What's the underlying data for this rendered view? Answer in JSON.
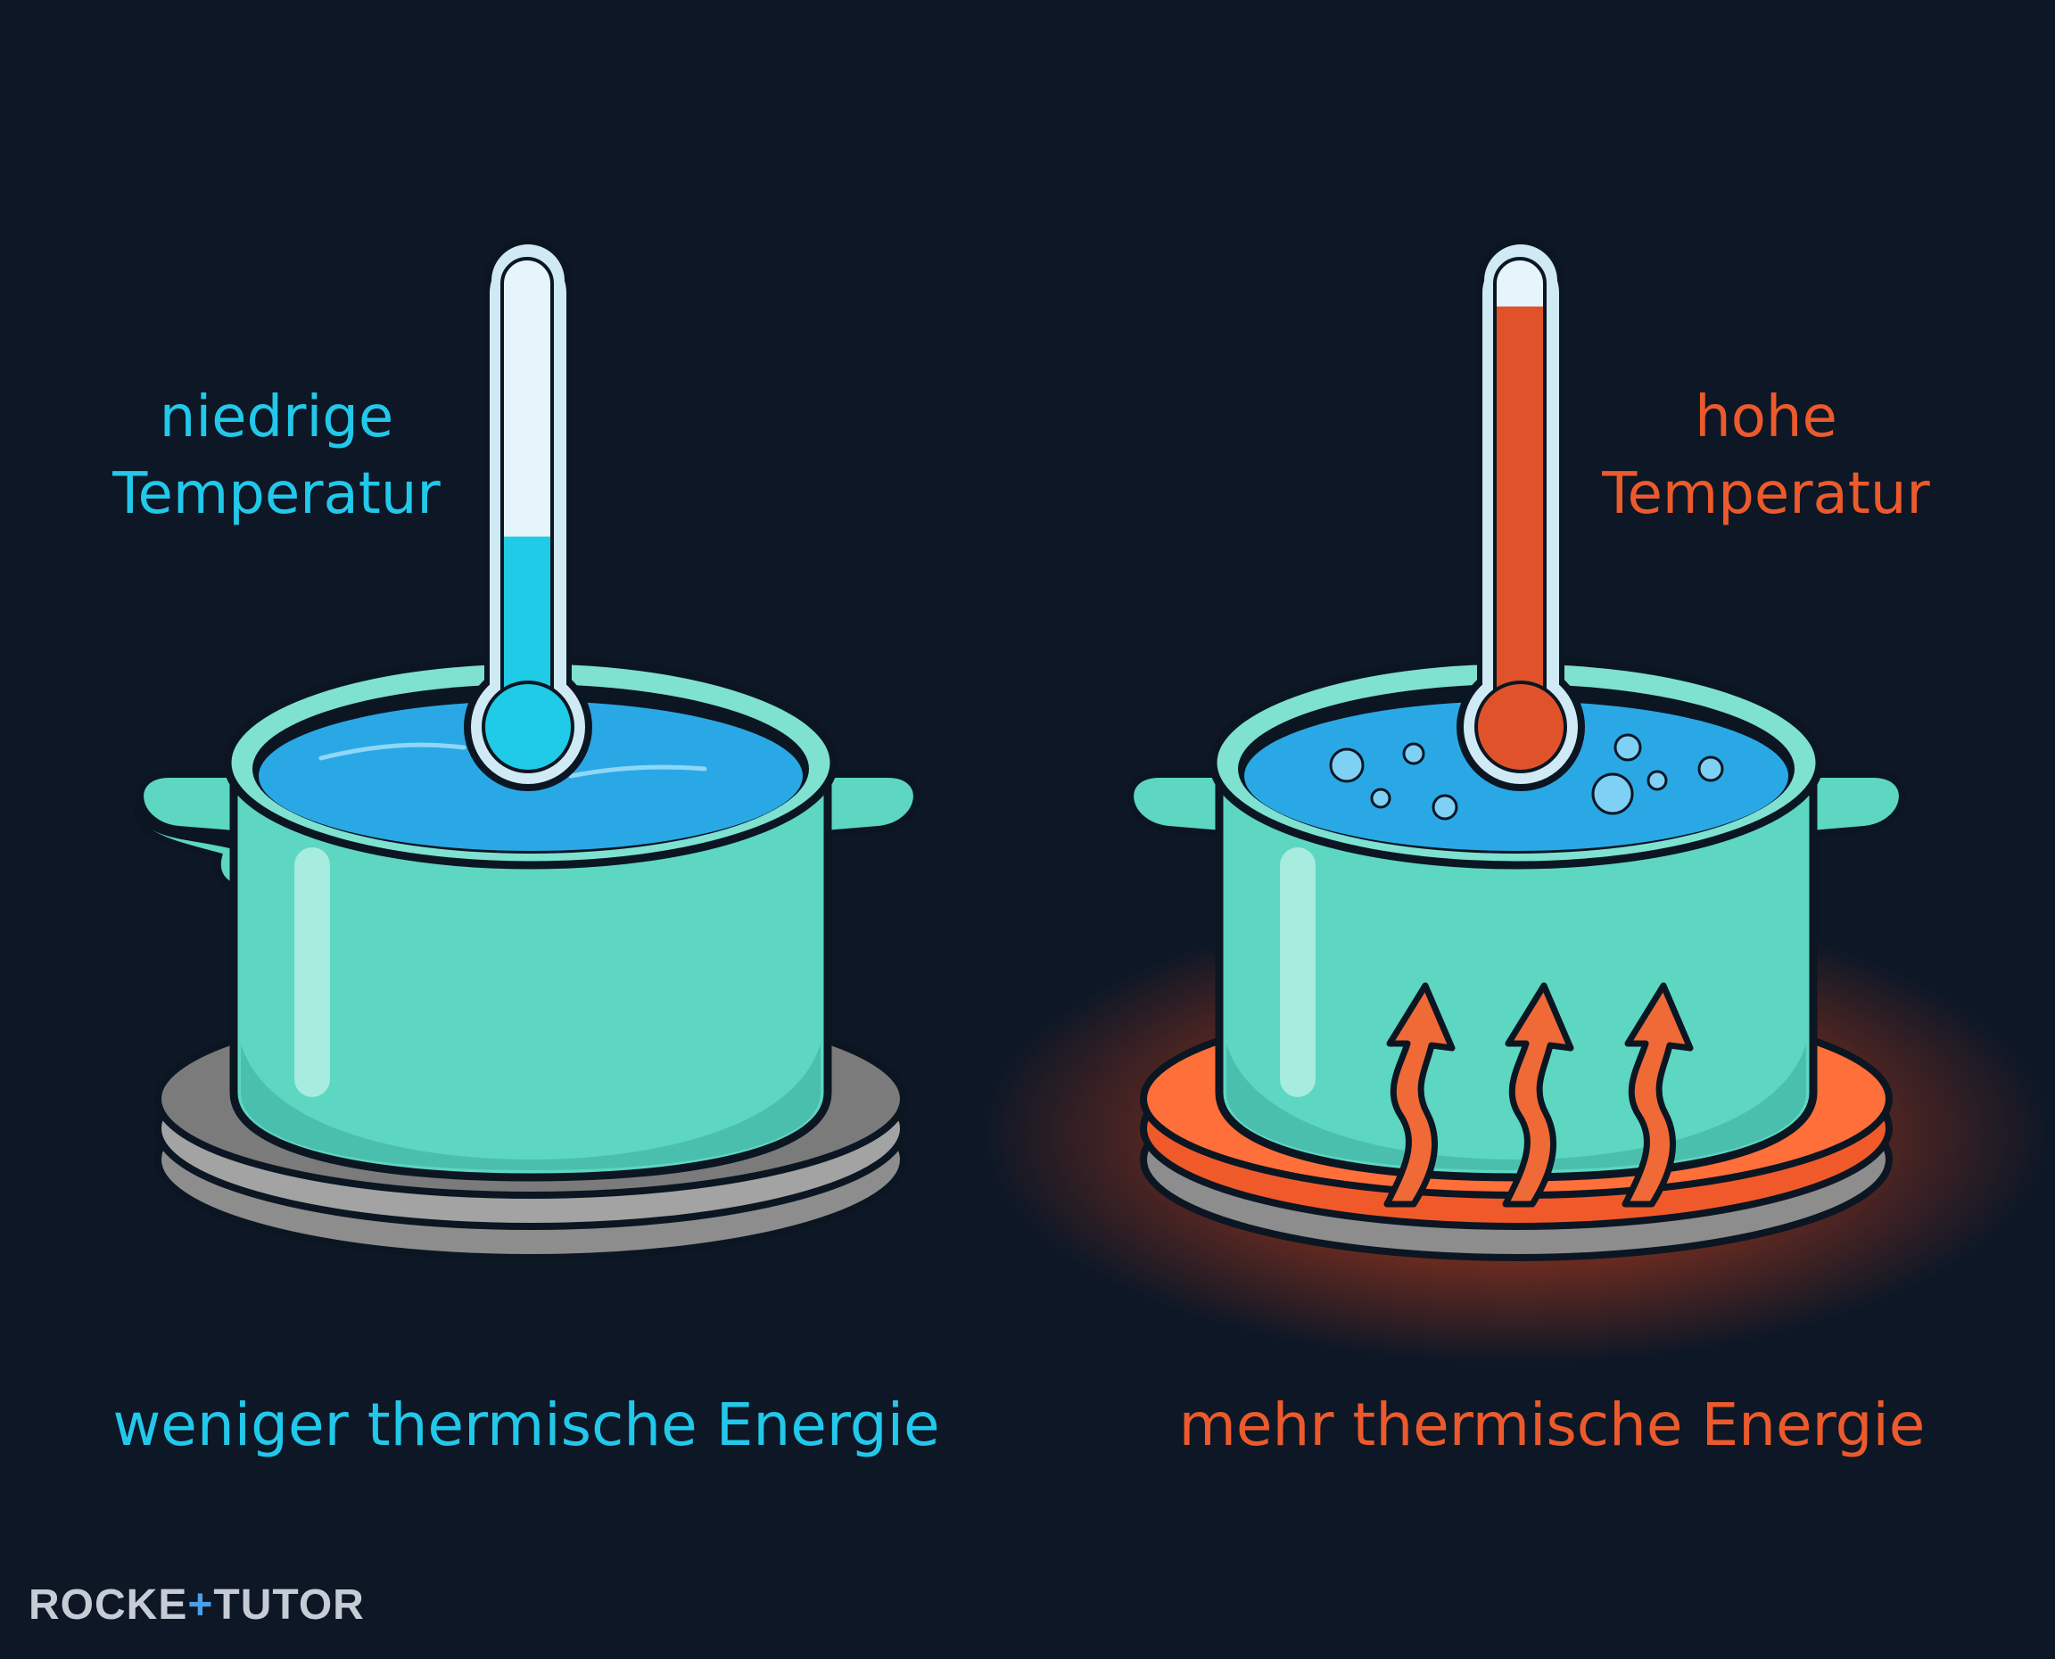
{
  "left_panel": {
    "temperature_label": [
      "niedrige",
      "Temperatur"
    ],
    "caption": "weniger thermische Energie",
    "thermometer_fill_fraction": 0.4,
    "color": "#22c8ea"
  },
  "right_panel": {
    "temperature_label": [
      "hohe",
      "Temperatur"
    ],
    "caption": "mehr thermische Energie",
    "thermometer_fill_fraction": 0.9,
    "color": "#ec5a2c"
  },
  "brand": {
    "part1": "ROCKE",
    "part2": "TUTO",
    "plus_color": "#4aa0e6"
  },
  "colors": {
    "background": "#0d1726",
    "pot": "#5dd6c2",
    "water": "#2aa8e6",
    "burner_cold": "#8a8a8a",
    "burner_hot": "#f4642c",
    "outline": "#0b1622"
  }
}
